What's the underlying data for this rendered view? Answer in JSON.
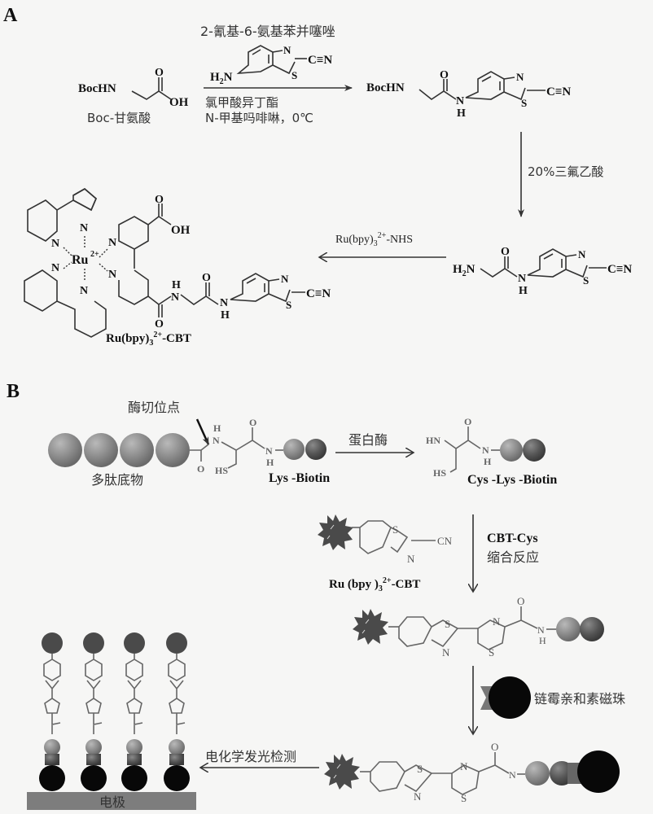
{
  "panel_a": {
    "label": "A",
    "step1": {
      "reagent_name": "2-氰基-6-氨基苯并噻唑",
      "reagent_h2n": "H",
      "reagent_sub2": "2",
      "reagent_n": "N",
      "reagent_cn": "C≡N",
      "condition_1": "氯甲酸异丁酯",
      "condition_2": "N-甲基吗啡啉，0℃"
    },
    "start": {
      "group": "BocHN",
      "o": "O",
      "oh": "OH",
      "name": "Boc-甘氨酸"
    },
    "product1": {
      "group": "BocHN",
      "o": "O",
      "nh_n": "N",
      "nh_h": "H",
      "ring_n": "N",
      "ring_s": "S",
      "cn": "C≡N"
    },
    "step2": {
      "reagent": "20%三氟乙酸"
    },
    "product2": {
      "h2n": "H",
      "sub2": "2",
      "n": "N",
      "o": "O",
      "nh_n": "N",
      "nh_h": "H",
      "ring_n": "N",
      "ring_s": "S",
      "cn": "C≡N"
    },
    "step3": {
      "reagent_main": "Ru(bpy)",
      "reagent_sub": "3",
      "reagent_sup": "2+",
      "reagent_tail": "-NHS"
    },
    "final": {
      "ru": "Ru",
      "ru_charge": "2+",
      "n_label": "N",
      "o": "O",
      "oh": "OH",
      "h": "H",
      "ring_s": "S",
      "cn": "C≡N",
      "name_main": "Ru(bpy)",
      "name_sub": "3",
      "name_sup": "2+",
      "name_tail": "-CBT"
    }
  },
  "panel_b": {
    "label": "B",
    "cleavage_site": "酶切位点",
    "substrate_name": "多肽底物",
    "substrate_lys_biotin": "Lys -Biotin",
    "atoms": {
      "h": "H",
      "n": "N",
      "o": "O",
      "hs": "HS",
      "hn": "HN",
      "s": "S",
      "cn": "CN"
    },
    "enzyme": "蛋白酶",
    "cleaved_name": "Cys -Lys -Biotin",
    "probe_name_main": "Ru (bpy )",
    "probe_name_sub": "3",
    "probe_name_sup": "2+",
    "probe_name_tail": "-CBT",
    "condensation_1": "CBT-Cys",
    "condensation_2": "缩合反应",
    "beads_label": "链霉亲和素磁珠",
    "detection_label": "电化学发光检测",
    "electrode_label": "电极"
  },
  "colors": {
    "bead_black": "#080808",
    "bead_gray": "#8a8a8a",
    "bead_dark": "#5a5a5a",
    "electrode": "#7d7d7d",
    "ru_star": "#4a4a4a"
  }
}
